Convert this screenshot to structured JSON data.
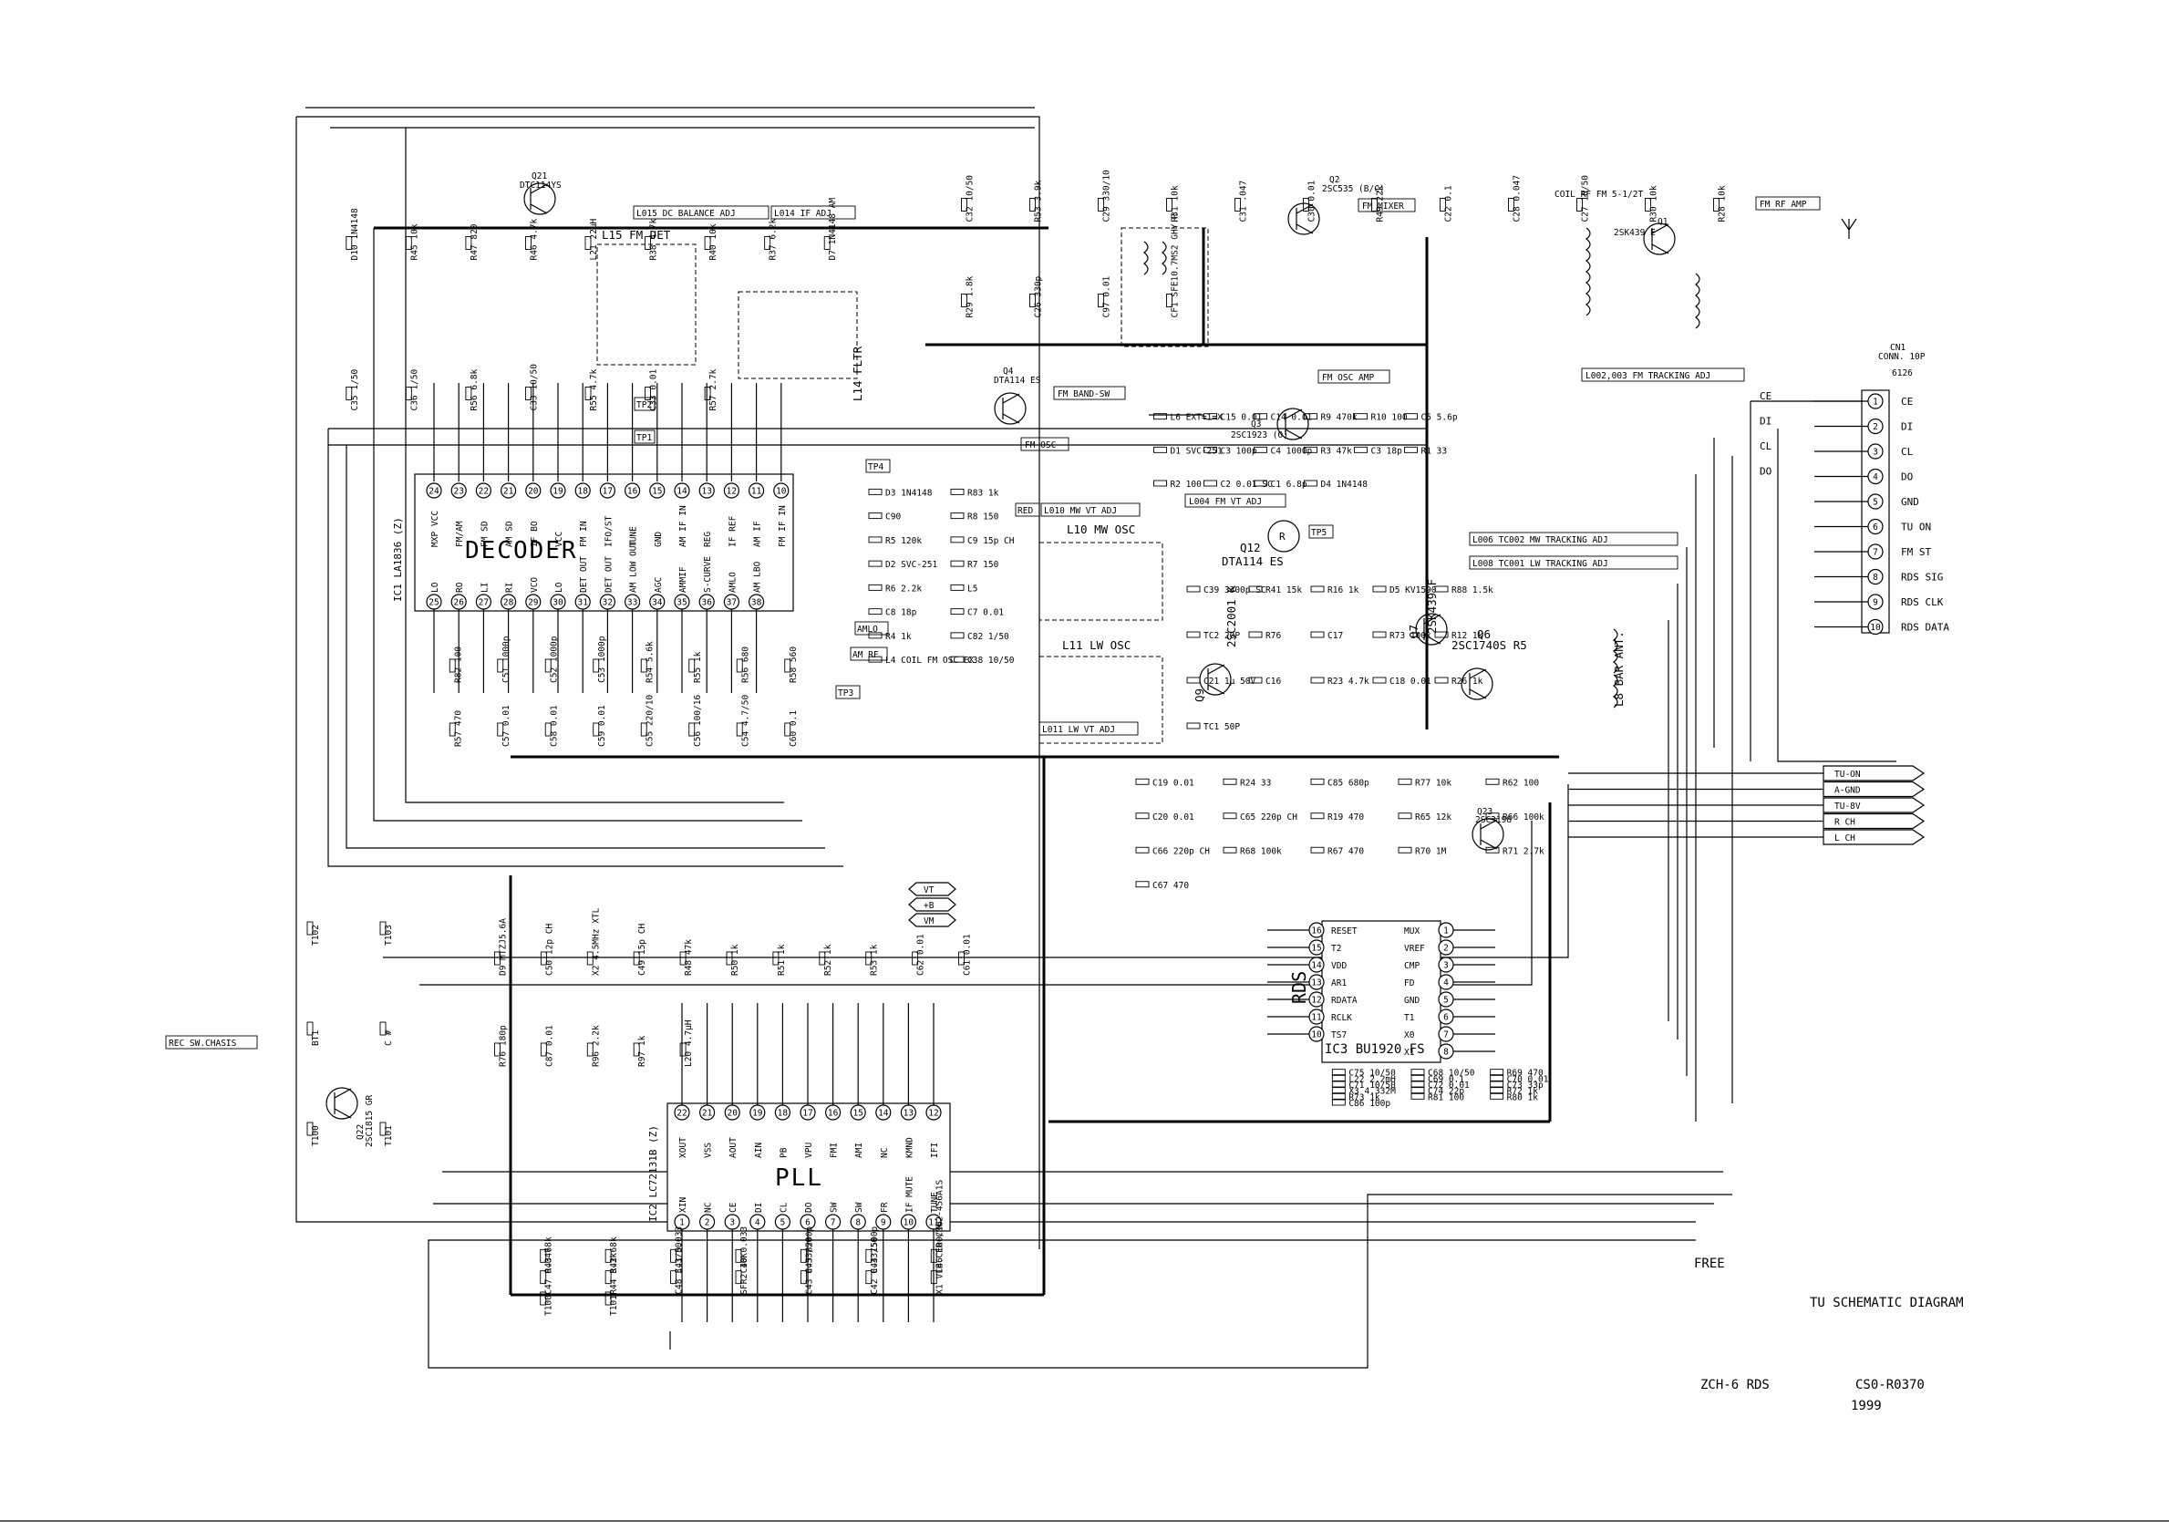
{
  "ic1": {
    "ref": "IC1 LA1836 (Z)",
    "body_label": "DECODER",
    "top_pins": [
      {
        "n": "24",
        "name": "MXP VCC"
      },
      {
        "n": "23",
        "name": "FM/AM"
      },
      {
        "n": "22",
        "name": "FM SD"
      },
      {
        "n": "21",
        "name": "AM SD"
      },
      {
        "n": "20",
        "name": "IF BO"
      },
      {
        "n": "19",
        "name": "VCC"
      },
      {
        "n": "18",
        "name": "FM IN"
      },
      {
        "n": "17",
        "name": "IFO/ST"
      },
      {
        "n": "16",
        "name": "TUNE"
      },
      {
        "n": "15",
        "name": "GND"
      },
      {
        "n": "14",
        "name": "AM IF IN"
      },
      {
        "n": "13",
        "name": "REG"
      },
      {
        "n": "12",
        "name": "IF REF"
      },
      {
        "n": "11",
        "name": "AM IF"
      },
      {
        "n": "10",
        "name": "FM IF IN"
      }
    ],
    "bottom_pins": [
      {
        "n": "25",
        "name": "LO"
      },
      {
        "n": "26",
        "name": "RO"
      },
      {
        "n": "27",
        "name": "LI"
      },
      {
        "n": "28",
        "name": "RI"
      },
      {
        "n": "29",
        "name": "VCO"
      },
      {
        "n": "30",
        "name": "LO"
      },
      {
        "n": "31",
        "name": "DET OUT"
      },
      {
        "n": "32",
        "name": "DET OUT"
      },
      {
        "n": "33",
        "name": "AM LOW OUT"
      },
      {
        "n": "34",
        "name": "AGC"
      },
      {
        "n": "35",
        "name": "AMMIF"
      },
      {
        "n": "36",
        "name": "S-CURVE"
      },
      {
        "n": "37",
        "name": "AMLO"
      },
      {
        "n": "38",
        "name": "AM LBO"
      }
    ]
  },
  "ic2": {
    "ref": "IC2 LC72131B (Z)",
    "body_label": "PLL",
    "top_pins": [
      {
        "n": "22",
        "name": "XOUT"
      },
      {
        "n": "21",
        "name": "VSS"
      },
      {
        "n": "20",
        "name": "AOUT"
      },
      {
        "n": "19",
        "name": "AIN"
      },
      {
        "n": "18",
        "name": "PB"
      },
      {
        "n": "17",
        "name": "VPU"
      },
      {
        "n": "16",
        "name": "FMI"
      },
      {
        "n": "15",
        "name": "AMI"
      },
      {
        "n": "14",
        "name": "NC"
      },
      {
        "n": "13",
        "name": "KMND"
      },
      {
        "n": "12",
        "name": "IFI"
      }
    ],
    "bottom_pins": [
      {
        "n": "1",
        "name": "XIN"
      },
      {
        "n": "2",
        "name": "NC"
      },
      {
        "n": "3",
        "name": "CE"
      },
      {
        "n": "4",
        "name": "DI"
      },
      {
        "n": "5",
        "name": "CL"
      },
      {
        "n": "6",
        "name": "DO"
      },
      {
        "n": "7",
        "name": "SW"
      },
      {
        "n": "8",
        "name": "SW"
      },
      {
        "n": "9",
        "name": "FR"
      },
      {
        "n": "10",
        "name": "IF MUTE"
      },
      {
        "n": "11",
        "name": "TUNE"
      }
    ]
  },
  "ic3": {
    "ref": "IC3 BU1920 FS",
    "body_label": "RDS",
    "left_pins": [
      {
        "n": "16",
        "name": "RESET"
      },
      {
        "n": "15",
        "name": "T2"
      },
      {
        "n": "14",
        "name": "VDD"
      },
      {
        "n": "13",
        "name": "AR1"
      },
      {
        "n": "12",
        "name": "RDATA"
      },
      {
        "n": "11",
        "name": "RCLK"
      },
      {
        "n": "10",
        "name": "TS7"
      }
    ],
    "right_pins": [
      {
        "n": "1",
        "name": "MUX"
      },
      {
        "n": "2",
        "name": "VREF"
      },
      {
        "n": "3",
        "name": "CMP"
      },
      {
        "n": "4",
        "name": "FD"
      },
      {
        "n": "5",
        "name": "GND"
      },
      {
        "n": "6",
        "name": "T1"
      },
      {
        "n": "7",
        "name": "X0"
      },
      {
        "n": "8",
        "name": "X1"
      }
    ]
  },
  "connector": {
    "ref": "CN1",
    "title": "CONN. 10P",
    "part": "6126",
    "pins": [
      {
        "n": "1",
        "name": "CE"
      },
      {
        "n": "2",
        "name": "DI"
      },
      {
        "n": "3",
        "name": "CL"
      },
      {
        "n": "4",
        "name": "DO"
      },
      {
        "n": "5",
        "name": "GND"
      },
      {
        "n": "6",
        "name": "TU ON"
      },
      {
        "n": "7",
        "name": "FM ST"
      },
      {
        "n": "8",
        "name": "RDS SIG"
      },
      {
        "n": "9",
        "name": "RDS CLK"
      },
      {
        "n": "10",
        "name": "RDS DATA"
      }
    ],
    "wire_labels": [
      "CE",
      "DI",
      "CL",
      "DO"
    ]
  },
  "flags": [
    "TU-ON",
    "A-GND",
    "TU-8V",
    "R CH",
    "L CH"
  ],
  "pll_rail_flags": [
    "VT",
    "+B",
    "VM"
  ],
  "boxed_labels": [
    "FM RF AMP",
    "FM MIXER",
    "FM OSC AMP",
    "FM BAND-SW",
    "FM OSC",
    "L015 DC BALANCE ADJ",
    "L014 IF ADJ",
    "L002,003 FM TRACKING ADJ",
    "L004 FM VT ADJ",
    "L006 TC002 MW TRACKING ADJ",
    "L008 TC001 LW TRACKING ADJ",
    "L010 MW VT ADJ",
    "L011 LW VT ADJ",
    "REC SW.CHASIS",
    "TP1",
    "TP2",
    "TP3",
    "TP4",
    "TP5",
    "AMLO",
    "AM RF",
    "RED"
  ],
  "coil_titles": {
    "l10": "L10 MW OSC",
    "l11": "L11 LW OSC",
    "l15": "L15 FM DET",
    "l14": "L14 FLTR",
    "l8": "L8 BAR ANT.",
    "l2": "COIL RF FM 5-1/2T"
  },
  "transistors": [
    {
      "ref": "Q21",
      "part": "DTC114YS"
    },
    {
      "ref": "Q2",
      "part": "2SC535 (B/C)"
    },
    {
      "ref": "Q1",
      "part": "2SK439 E"
    },
    {
      "ref": "Q4",
      "part": "DTA114 ES"
    },
    {
      "ref": "Q3",
      "part": "2SC1923 (O)"
    },
    {
      "ref": "Q12",
      "part": "DTA114 ES"
    },
    {
      "ref": "Q9",
      "part": "2SC2001 K"
    },
    {
      "ref": "Q7",
      "part": "2SK439 F"
    },
    {
      "ref": "Q6",
      "part": "2SC1740S R5"
    },
    {
      "ref": "Q23",
      "part": "2SC3198"
    },
    {
      "ref": "Q22",
      "part": "2SC1815 GR"
    }
  ],
  "parts": [
    "D10 1N4148",
    "R45 10k",
    "R47 820",
    "R46 4.7k",
    "L21 22μH",
    "R38 4.7k",
    "R40 10k",
    "R37 6.2k",
    "D7 1N4148 AM",
    "C35 1/50",
    "C36 1/50",
    "R56 6.8k",
    "C33 10/50",
    "R55 4.7k",
    "C33 0.01",
    "R57 2.7k",
    "C32 10/50",
    "R53 3.9k",
    "C29 330/10",
    "R31 10k",
    "C31 .047",
    "C30 0.01",
    "R49 22k",
    "C22 0.1",
    "C28 0.047",
    "C27 10/50",
    "R30 10k",
    "R28 10k",
    "R29 1.8k",
    "C26 330p",
    "C97 0.01",
    "CF1 SFE10.7MS2 GHY.R",
    "L6 EXT=1=X",
    "C15 0.01",
    "C14 0.01",
    "R9 470k",
    "R10 100",
    "C5 5.6p",
    "D1 SVC-251",
    "C3 100p",
    "C4 1000p",
    "R3 47k",
    "C3 18p",
    "R1 33",
    "R2 100",
    "C2 0.01 SC",
    "C1 6.8p",
    "D4 1N4148",
    "D3 1N4148",
    "R83 1k",
    "C90",
    "R8 150",
    "R5 120k",
    "C9 15p CH",
    "D2 SVC-251",
    "R7 150",
    "R6 2.2k",
    "L5",
    "C8 18p",
    "C7 0.01",
    "R4 1k",
    "C82 1/50",
    "L4 COIL FM OSC EX",
    "C38 10/50",
    "C39 3300p SC",
    "R41 15k",
    "R16 1k",
    "D5 KV1590",
    "R88 1.5k",
    "TC2 20P",
    "R76",
    "C17",
    "R73 100k",
    "R12 1k",
    "C21 1μ 50V",
    "C16",
    "R23 4.7k",
    "C18 0.01",
    "R26 1k",
    "TC1 50P",
    "C19 0.01",
    "R24 33",
    "C85 680p",
    "R77 10k",
    "R62 100",
    "C20 0.01",
    "C65 220p CH",
    "R19 470",
    "R65 12k",
    "R66 100k",
    "C66 220p CH",
    "R68 100k",
    "R67 470",
    "R70 1M",
    "R71 2.7k",
    "C67 470",
    "C75 10/50",
    "C68 10/50",
    "R69 470",
    "L22 2.2mH",
    "C69 0.1",
    "C70 0.01",
    "C71 10/50",
    "C72 0.01",
    "C73 33p",
    "X3 4.332M",
    "C74 22p",
    "R72 1k",
    "R73 1k",
    "R81 100",
    "R80 1k",
    "C86 100p",
    "R82 100",
    "C51 1000p",
    "C52 1000p",
    "C53 1000p",
    "R54 5.6k",
    "R55 1k",
    "R56 680",
    "R58 560",
    "R57 470",
    "C57 0.01",
    "C58 0.01",
    "C59 0.01",
    "C55 220/10",
    "C56 100/16",
    "C54 4.7/50",
    "C60 0.1",
    "D9 MTZJ5.6A",
    "C50 12p CH",
    "X2 4.5MHz XTL",
    "C49 15p CH",
    "R48 47k",
    "R50 1k",
    "R51 1k",
    "R52 1k",
    "R53 1k",
    "C62 0.01",
    "C61 0.01",
    "R76 180p",
    "C87 0.01",
    "R96 2.2k",
    "R97 1k",
    "L20 4.7μH",
    "R43 68k",
    "R42 68k",
    "C41 0.033",
    "C40 0.033",
    "C45 8200p",
    "C44 1500p",
    "C46 100/16",
    "C47 0.047",
    "R44 3.3k",
    "C48 3.3/50",
    "SFR2 10K",
    "C43 0.33/50",
    "C42 0.33/50",
    "X1 VIB.CER CMU2-456A1S",
    "T100",
    "T101",
    "T102",
    "T103",
    "BT1",
    "C #",
    "T100",
    "T101"
  ],
  "title_block": {
    "note": "FREE",
    "title": "TU SCHEMATIC DIAGRAM",
    "model": "ZCH-6 RDS",
    "drawing_no": "CS0-R0370",
    "year": "1999"
  }
}
